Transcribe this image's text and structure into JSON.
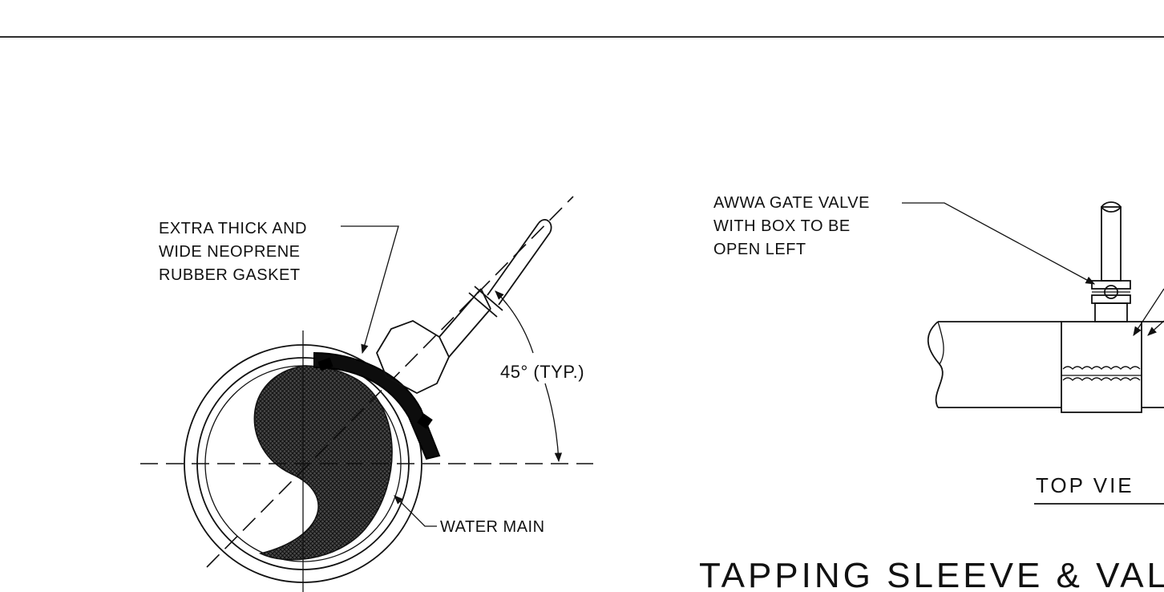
{
  "labels": {
    "gasket": [
      "EXTRA THICK AND",
      "WIDE NEOPRENE",
      "RUBBER GASKET"
    ],
    "angle": "45° (TYP.)",
    "water_main": "WATER MAIN",
    "valve": [
      "AWWA GATE VALVE",
      "WITH BOX TO BE",
      "OPEN LEFT"
    ],
    "top_view": "TOP VIE",
    "title": "TAPPING SLEEVE & VAL"
  },
  "colors": {
    "ink": "#111111",
    "paper": "#ffffff",
    "hatch": "#3a3a3a"
  }
}
